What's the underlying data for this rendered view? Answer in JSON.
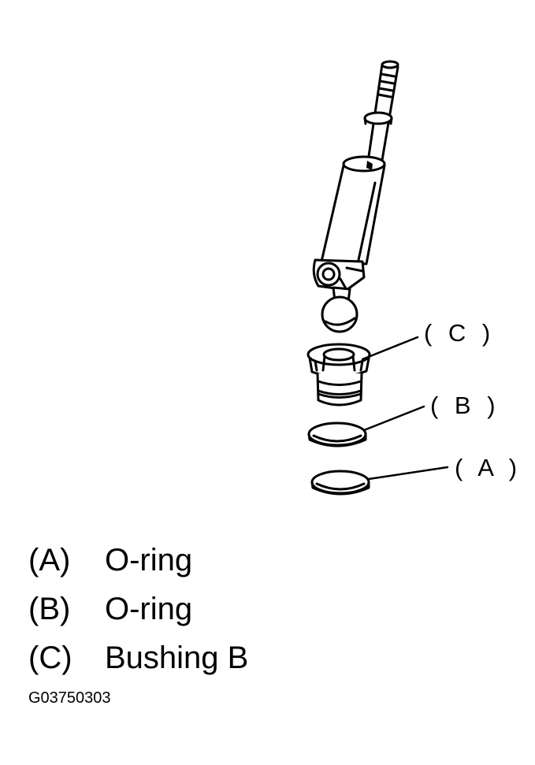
{
  "callouts": [
    {
      "key": "C",
      "label": "( C )"
    },
    {
      "key": "B",
      "label": "( B )"
    },
    {
      "key": "A",
      "label": "( A )"
    }
  ],
  "legend": [
    {
      "key": "(A)",
      "text": "O-ring"
    },
    {
      "key": "(B)",
      "text": "O-ring"
    },
    {
      "key": "(C)",
      "text": "Bushing B"
    }
  ],
  "figure_code": "G03750303",
  "colors": {
    "ink": "#000000",
    "paper": "#ffffff"
  }
}
